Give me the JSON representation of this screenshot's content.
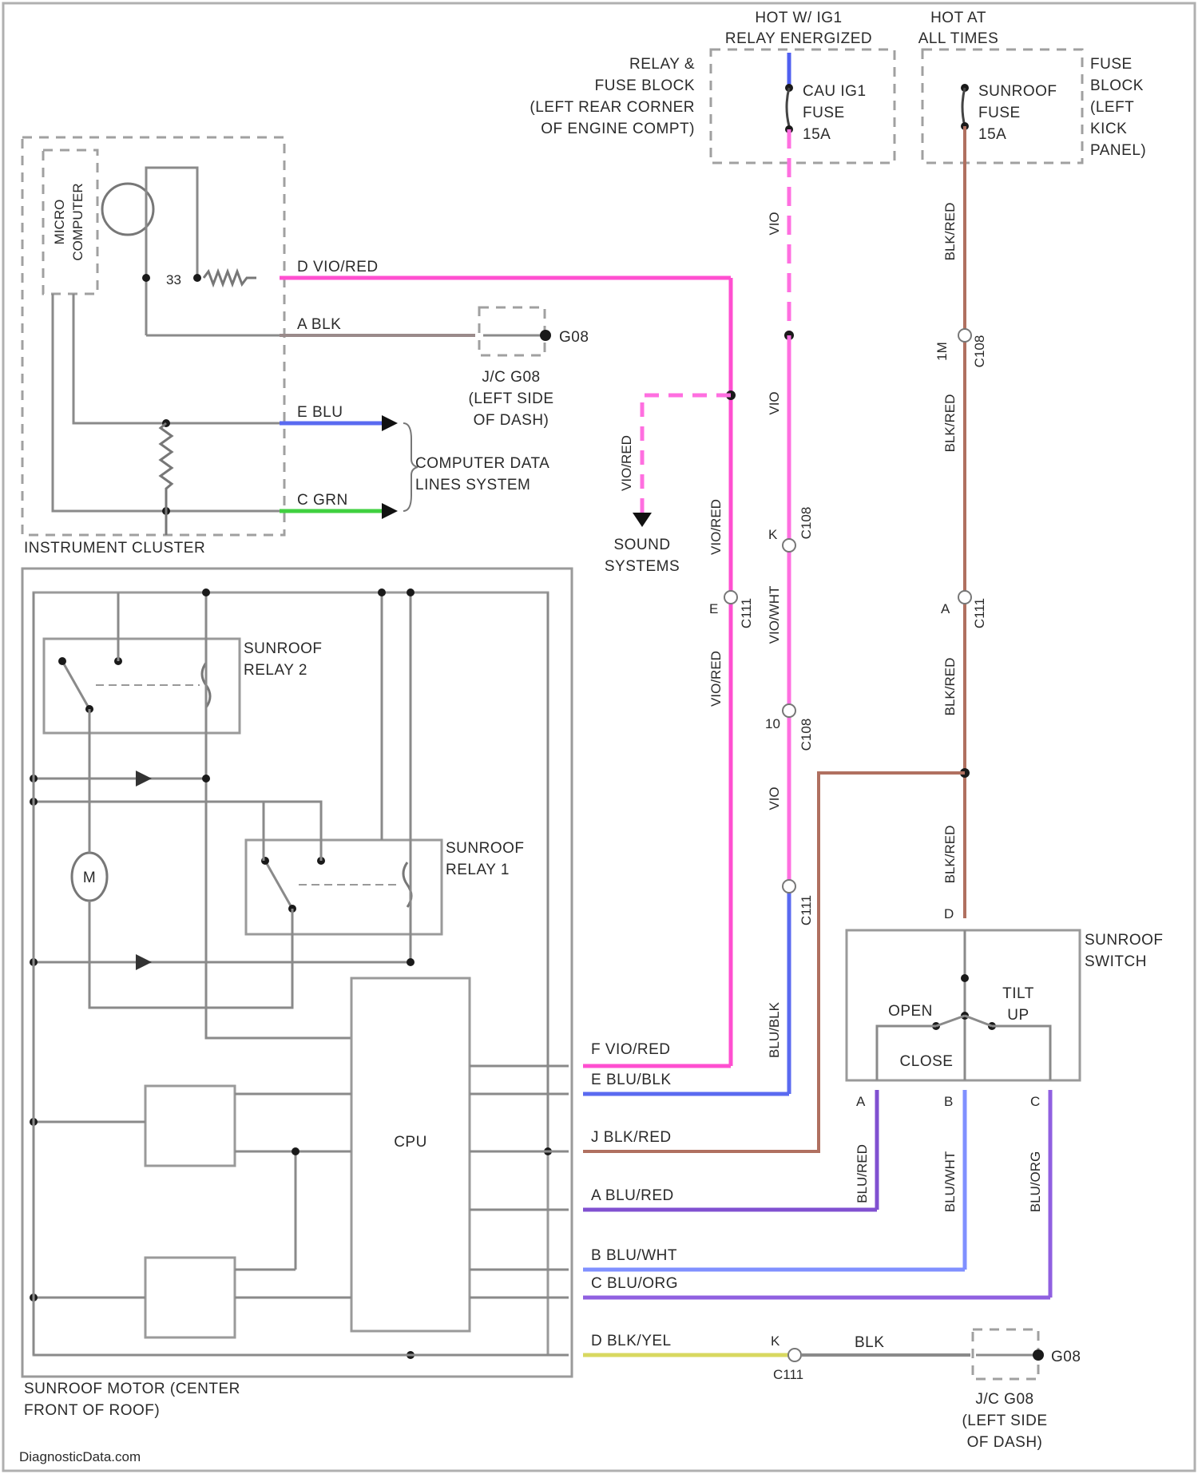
{
  "colors": {
    "vio_red": "#ff4fd0",
    "vio": "#ff6fe0",
    "blk_red": "#b07060",
    "blu": "#5a6af0",
    "grn": "#40d040",
    "blu_red": "#8050d0",
    "blu_wht": "#8090ff",
    "blu_org": "#9060e0",
    "blk_yel": "#d8d860",
    "blk": "#8a8a8a"
  },
  "labels": {
    "hot_run": "HOT W/ IG1",
    "hot_run2": "RELAY ENERGIZED",
    "hot_all": "HOT AT",
    "hot_all2": "ALL TIMES",
    "relay_fuse_block": [
      "RELAY &",
      "FUSE BLOCK",
      "(LEFT REAR CORNER",
      "OF ENGINE COMPT)"
    ],
    "ig1_fuse": [
      "CAU IG1",
      "FUSE",
      "15A"
    ],
    "sunroof_fuse": [
      "SUNROOF",
      "FUSE",
      "15A"
    ],
    "fuse_block": [
      "FUSE",
      "BLOCK",
      "(LEFT",
      "KICK",
      "PANEL)"
    ],
    "micro_computer": [
      "MICRO",
      "COMPUTER"
    ],
    "instrument_cluster": "INSTRUMENT CLUSTER",
    "jc_g08_1": [
      "J/C G08",
      "(LEFT SIDE",
      "OF DASH)"
    ],
    "g08": "G08",
    "computer_data_lines": [
      "COMPUTER DATA",
      "LINES SYSTEM"
    ],
    "sound_systems": [
      "SOUND",
      "SYSTEMS"
    ],
    "sunroof_relay_2": [
      "SUNROOF",
      "RELAY 2"
    ],
    "sunroof_relay_1": [
      "SUNROOF",
      "RELAY 1"
    ],
    "motor_m": "M",
    "cpu": "CPU",
    "sunroof_motor": [
      "SUNROOF MOTOR (CENTER",
      "FRONT OF ROOF)"
    ],
    "sunroof_switch": [
      "SUNROOF",
      "SWITCH"
    ],
    "open": "OPEN",
    "close": "CLOSE",
    "tilt_up": [
      "TILT",
      "UP"
    ],
    "jc_g08_2": [
      "J/C G08",
      "(LEFT SIDE",
      "OF DASH)"
    ],
    "watermark": "DiagnosticData.com"
  },
  "cluster_pins": {
    "d": "D  VIO/RED",
    "a": "A  BLK",
    "e": "E  BLU",
    "c": "C  GRN"
  },
  "motor_pins": {
    "f": "F  VIO/RED",
    "e": "E  BLU/BLK",
    "j": "J  BLK/RED",
    "a": "A  BLU/RED",
    "b": "B  BLU/WHT",
    "c": "C  BLU/ORG",
    "d": "D  BLK/YEL"
  },
  "vertical_labels": {
    "vio_1": "VIO",
    "vio_2": "VIO",
    "vio_3": "VIO",
    "vio_wht": "VIO/WHT",
    "vio_red_1": "VIO/RED",
    "vio_red_2": "VIO/RED",
    "vio_red_3": "VIO/RED",
    "blu_blk": "BLU/BLK",
    "blk_red_1": "BLK/RED",
    "blk_red_2": "BLK/RED",
    "blk_red_3": "BLK/RED",
    "blk_red_4": "BLK/RED",
    "blu_red": "BLU/RED",
    "blu_wht": "BLU/WHT",
    "blu_org": "BLU/ORG"
  },
  "connectors": {
    "c108_1": "C108",
    "c108_2": "C108",
    "c108_pin_1": "1M",
    "c108_pin_k": "K",
    "c111_1": "C111",
    "c111_2": "C111",
    "c111_3": "C111",
    "c111_4": "C111",
    "c111_pin_e": "E",
    "c111_pin_a": "A",
    "pin_10": "10",
    "pin_k2": "K",
    "c1_d": "D",
    "sw_a": "A",
    "sw_b": "B",
    "sw_c": "C",
    "blk_label": "BLK"
  }
}
